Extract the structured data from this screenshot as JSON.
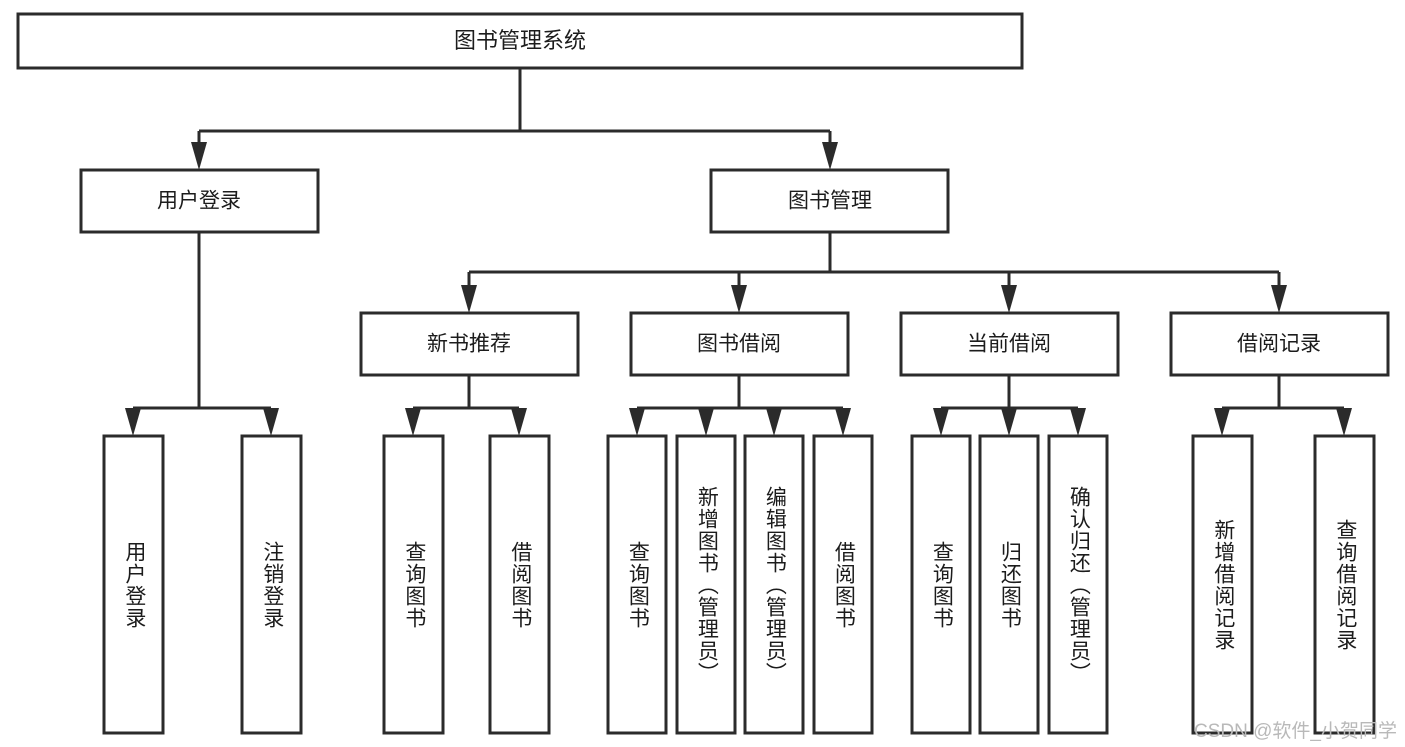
{
  "diagram": {
    "type": "tree",
    "title": "图书管理系统",
    "watermark": "CSDN @软件_小贺同学",
    "colors": {
      "stroke": "#2b2b2b",
      "fill": "#ffffff",
      "text": "#1c1c1c",
      "watermark": "#b9b9b9"
    },
    "root": {
      "label": "图书管理系统"
    },
    "level2": [
      {
        "label": "用户登录"
      },
      {
        "label": "图书管理"
      }
    ],
    "level3": [
      {
        "label": "新书推荐"
      },
      {
        "label": "图书借阅"
      },
      {
        "label": "当前借阅"
      },
      {
        "label": "借阅记录"
      }
    ],
    "leaves": {
      "user_login": [
        {
          "label": "用户登录"
        },
        {
          "label": "注销登录"
        }
      ],
      "new_book": [
        {
          "label": "查询图书"
        },
        {
          "label": "借阅图书"
        }
      ],
      "book_borrow": [
        {
          "label": "查询图书"
        },
        {
          "label": "新增图书（管理员）"
        },
        {
          "label": "编辑图书（管理员）"
        },
        {
          "label": "借阅图书"
        }
      ],
      "current_borrow": [
        {
          "label": "查询图书"
        },
        {
          "label": "归还图书"
        },
        {
          "label": "确认归还（管理员）"
        }
      ],
      "borrow_record": [
        {
          "label": "新增借阅记录"
        },
        {
          "label": "查询借阅记录"
        }
      ]
    }
  }
}
